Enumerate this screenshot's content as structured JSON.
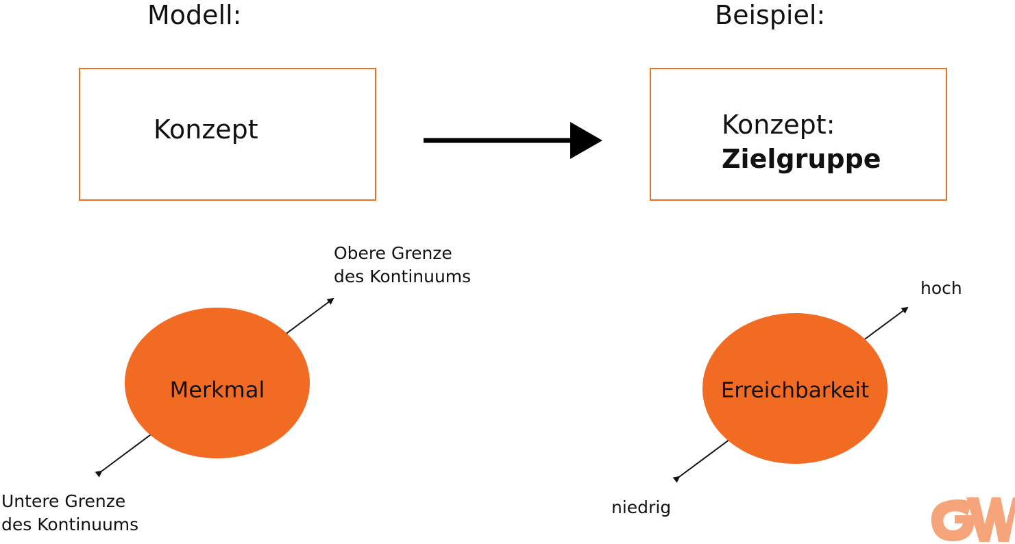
{
  "colors": {
    "accent": "#f26b22",
    "logo": "#f6a47a",
    "text": "#111111"
  },
  "model": {
    "heading": "Modell:",
    "box_label": "Konzept",
    "ellipse_label": "Merkmal",
    "upper_label_line1": "Obere Grenze",
    "upper_label_line2": "des Kontinuums",
    "lower_label_line1": "Untere Grenze",
    "lower_label_line2": "des Kontinuums"
  },
  "example": {
    "heading": "Beispiel:",
    "box_label_line1": "Konzept:",
    "box_label_line2": "Zielgruppe",
    "ellipse_label": "Erreichbarkeit",
    "upper_label": "hoch",
    "lower_label": "niedrig"
  },
  "logo": {
    "text": "GW",
    "icon": "gw-logo-icon"
  }
}
